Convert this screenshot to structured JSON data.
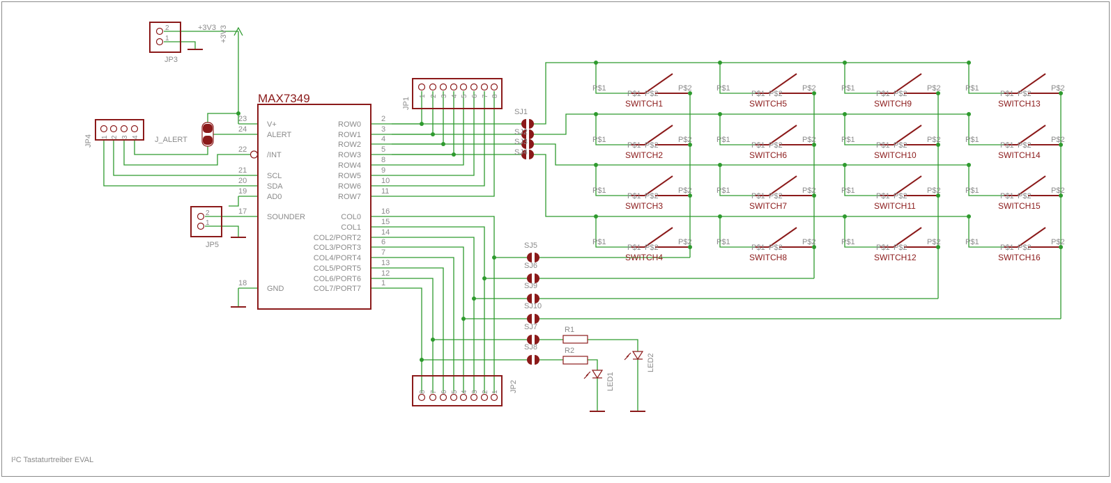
{
  "ic": {
    "name": "MAX7349",
    "left_pins": [
      {
        "num": "23",
        "name": "V+"
      },
      {
        "num": "24",
        "name": "ALERT"
      },
      {
        "num": "22",
        "name": "/INT"
      },
      {
        "num": "21",
        "name": "SCL"
      },
      {
        "num": "20",
        "name": "SDA"
      },
      {
        "num": "19",
        "name": "AD0"
      },
      {
        "num": "17",
        "name": "SOUNDER"
      },
      {
        "num": "18",
        "name": "GND"
      }
    ],
    "right_pins": [
      {
        "num": "2",
        "name": "ROW0"
      },
      {
        "num": "3",
        "name": "ROW1"
      },
      {
        "num": "4",
        "name": "ROW2"
      },
      {
        "num": "5",
        "name": "ROW3"
      },
      {
        "num": "8",
        "name": "ROW4"
      },
      {
        "num": "9",
        "name": "ROW5"
      },
      {
        "num": "10",
        "name": "ROW6"
      },
      {
        "num": "11",
        "name": "ROW7"
      },
      {
        "num": "16",
        "name": "COL0"
      },
      {
        "num": "15",
        "name": "COL1"
      },
      {
        "num": "14",
        "name": "COL2/PORT2"
      },
      {
        "num": "6",
        "name": "COL3/PORT3"
      },
      {
        "num": "7",
        "name": "COL4/PORT4"
      },
      {
        "num": "13",
        "name": "COL5/PORT5"
      },
      {
        "num": "12",
        "name": "COL6/PORT6"
      },
      {
        "num": "1",
        "name": "COL7/PORT7"
      }
    ]
  },
  "power_label": "+3V3",
  "connectors": {
    "jp3": {
      "name": "JP3",
      "pins": [
        "2",
        "1"
      ]
    },
    "jp5": {
      "name": "JP5",
      "pins": [
        "2",
        "1"
      ]
    },
    "jp4": {
      "name": "JP4",
      "pins": [
        "1",
        "2",
        "3",
        "4"
      ]
    },
    "jp1": {
      "name": "JP1",
      "pins": [
        "1",
        "2",
        "3",
        "4",
        "5",
        "6",
        "7",
        "8"
      ]
    },
    "jp2": {
      "name": "JP2",
      "pins": [
        "8",
        "7",
        "6",
        "5",
        "4",
        "3",
        "2",
        "1"
      ]
    }
  },
  "jumper_alert": "J_ALERT",
  "solder_jumpers": [
    "SJ1",
    "SJ2",
    "SJ3",
    "SJ4",
    "SJ5",
    "SJ6",
    "SJ9",
    "SJ10",
    "SJ7",
    "SJ8"
  ],
  "switch_pin_labels": {
    "p1": "P$1",
    "p2": "P$2"
  },
  "switches": [
    [
      "SWITCH1",
      "SWITCH5",
      "SWITCH9",
      "SWITCH13"
    ],
    [
      "SWITCH2",
      "SWITCH6",
      "SWITCH10",
      "SWITCH14"
    ],
    [
      "SWITCH3",
      "SWITCH7",
      "SWITCH11",
      "SWITCH15"
    ],
    [
      "SWITCH4",
      "SWITCH8",
      "SWITCH12",
      "SWITCH16"
    ]
  ],
  "resistors": [
    "R1",
    "R2"
  ],
  "leds": [
    "LED1",
    "LED2"
  ],
  "sheet_title": "I²C Tastaturtreiber EVAL"
}
